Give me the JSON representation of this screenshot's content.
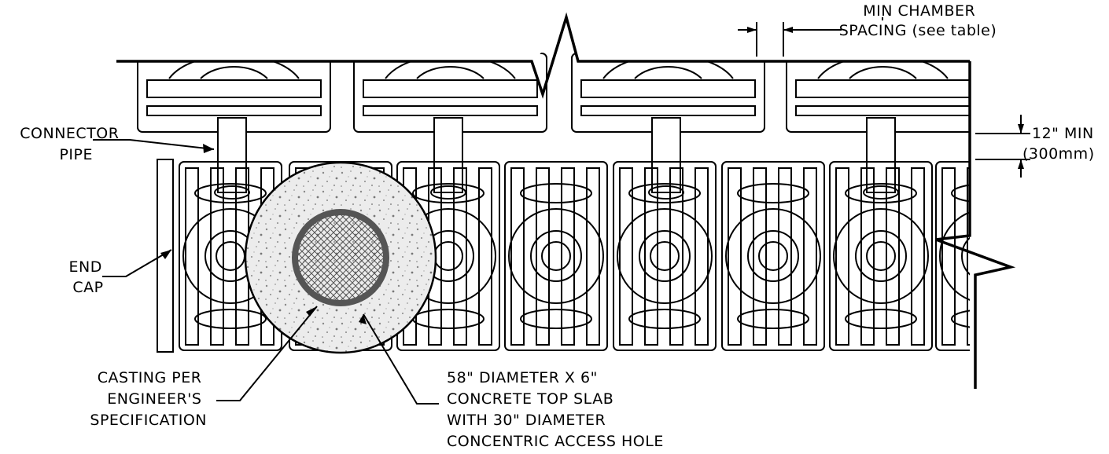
{
  "labels": {
    "connector_pipe": [
      "CONNECTOR",
      "PIPE"
    ],
    "end_cap": [
      "END",
      "CAP"
    ],
    "casting": [
      "CASTING PER",
      "ENGINEER'S",
      "SPECIFICATION"
    ],
    "slab": [
      "58\" DIAMETER X 6\"",
      "CONCRETE TOP SLAB",
      "WITH 30\" DIAMETER",
      "CONCENTRIC ACCESS HOLE"
    ],
    "spacing": [
      "MIN CHAMBER",
      "SPACING (see table)"
    ],
    "clearance": [
      "12\" MIN",
      "(300mm)"
    ]
  },
  "colors": {
    "line": "#000000",
    "concrete": "#e8e8e8",
    "casting_ring": "#666666"
  }
}
